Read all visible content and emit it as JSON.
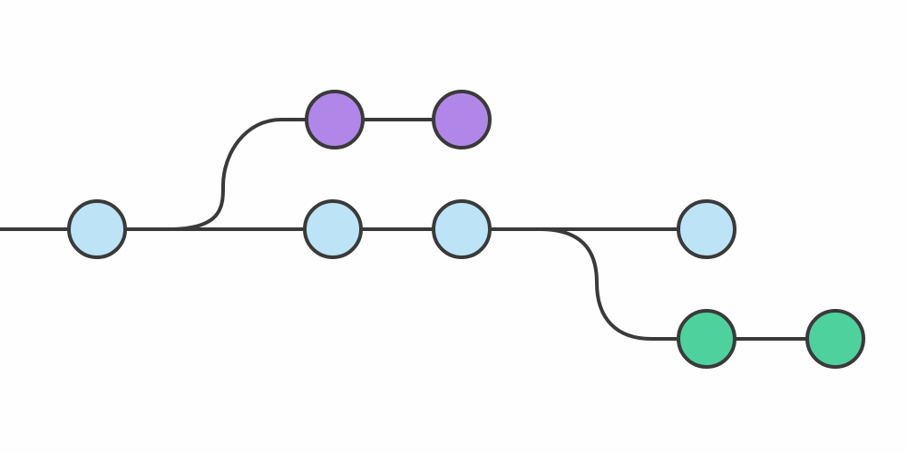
{
  "diagram": {
    "kind": "git-branch-graph",
    "colors": {
      "background": "#fefefe",
      "line": "#3a3a3a",
      "outline": "#3a3a3a"
    },
    "branches": [
      {
        "id": "main",
        "color": "#bde3f7",
        "commits": 4
      },
      {
        "id": "feature-purple",
        "color": "#b087e8",
        "commits": 2,
        "forks_from": "main"
      },
      {
        "id": "feature-green",
        "color": "#4fd19e",
        "commits": 2,
        "forks_from": "main"
      }
    ]
  }
}
